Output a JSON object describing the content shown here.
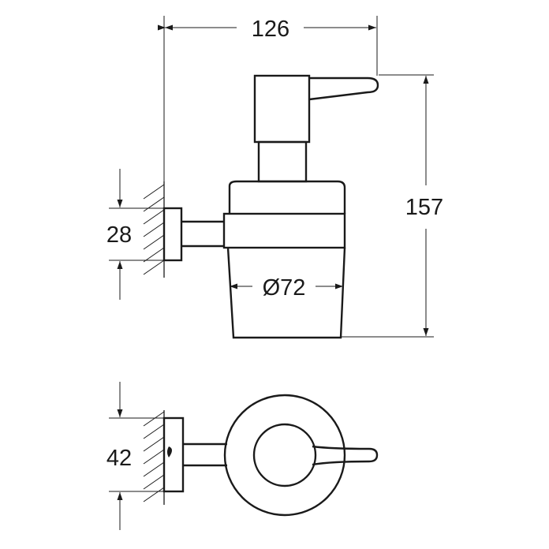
{
  "front_view": {
    "width_label": "126",
    "height_label": "157",
    "mount_height_label": "28",
    "diameter_label": "Ø72"
  },
  "top_view": {
    "mount_width_label": "42"
  },
  "colors": {
    "line": "#1a1a1a",
    "background": "#ffffff"
  }
}
